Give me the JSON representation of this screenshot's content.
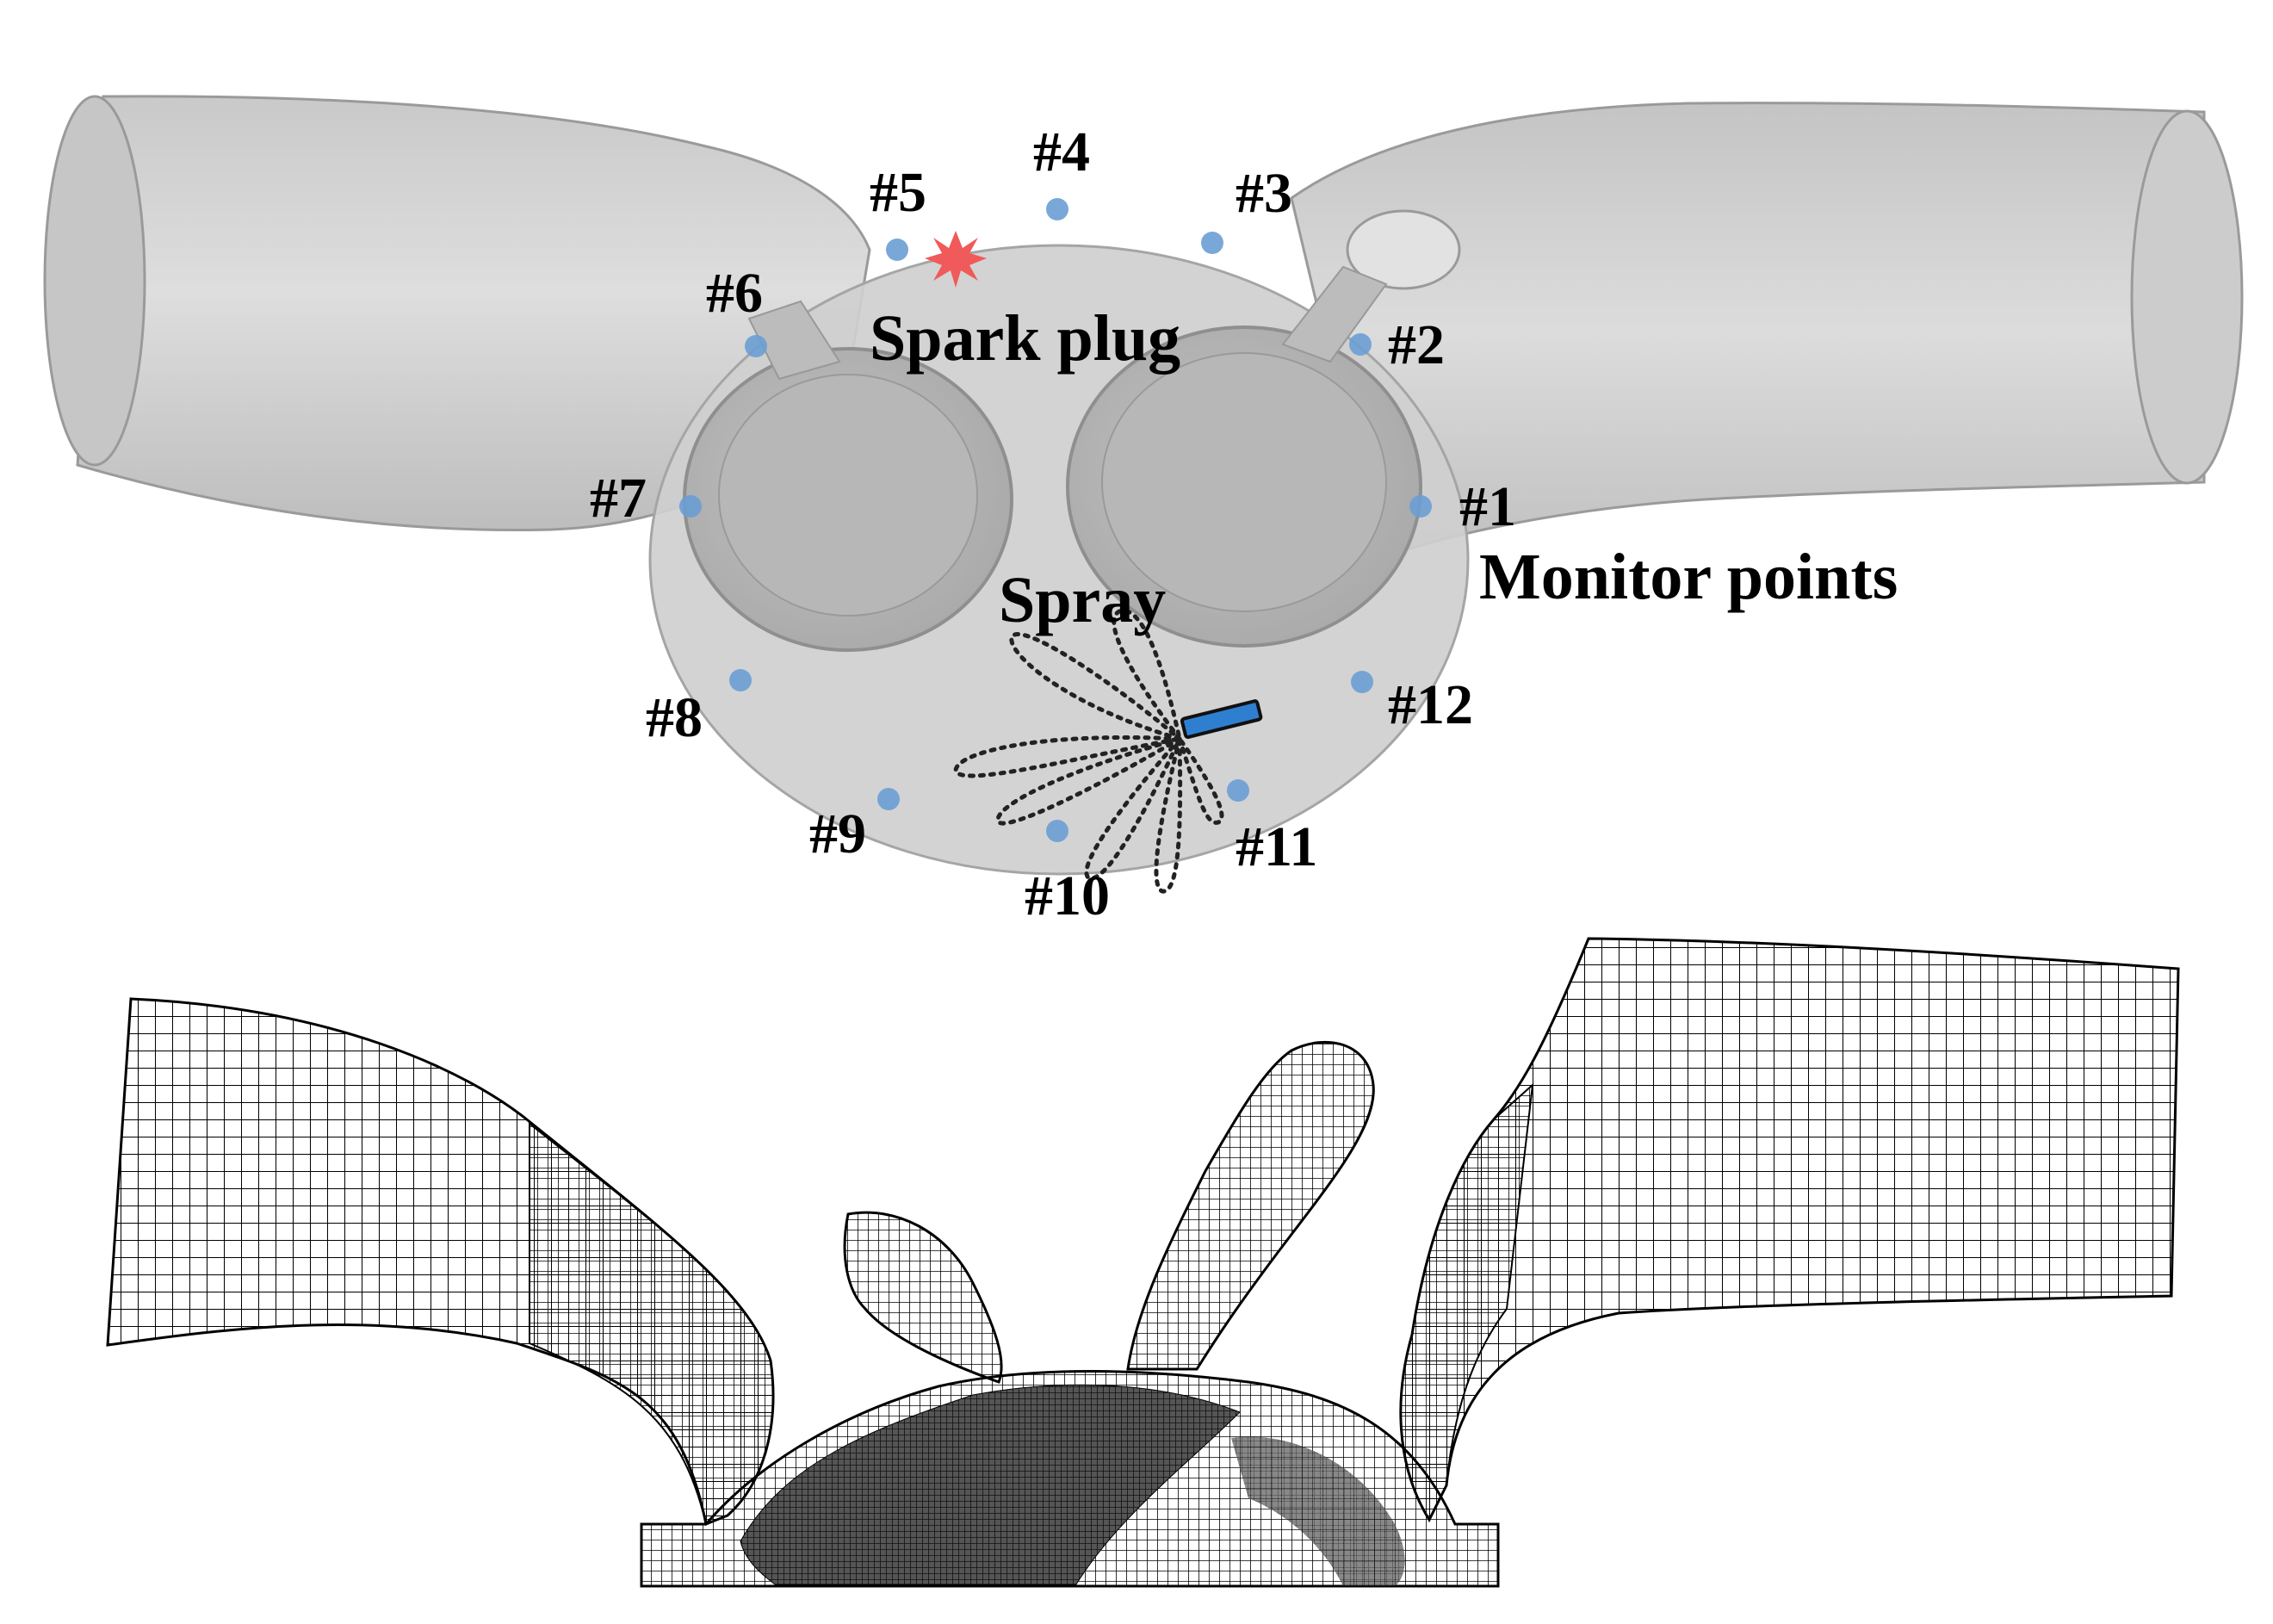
{
  "labels": {
    "spark_plug": "Spark plug",
    "spray": "Spray",
    "monitor_points": "Monitor points"
  },
  "monitor_points": [
    {
      "id": "#1"
    },
    {
      "id": "#2"
    },
    {
      "id": "#3"
    },
    {
      "id": "#4"
    },
    {
      "id": "#5"
    },
    {
      "id": "#6"
    },
    {
      "id": "#7"
    },
    {
      "id": "#8"
    },
    {
      "id": "#9"
    },
    {
      "id": "#10"
    },
    {
      "id": "#11"
    },
    {
      "id": "#12"
    }
  ],
  "colors": {
    "port_fill": "#d4d4d4",
    "port_shadow": "#bdbdbd",
    "chamber_fill": "#cdcdcd",
    "monitor_point": "#6a9fd4",
    "spark": "#f05a5a",
    "injector": "#2f7fd0",
    "mesh_line": "#000000",
    "mesh_dense": "#3a3a3a"
  }
}
